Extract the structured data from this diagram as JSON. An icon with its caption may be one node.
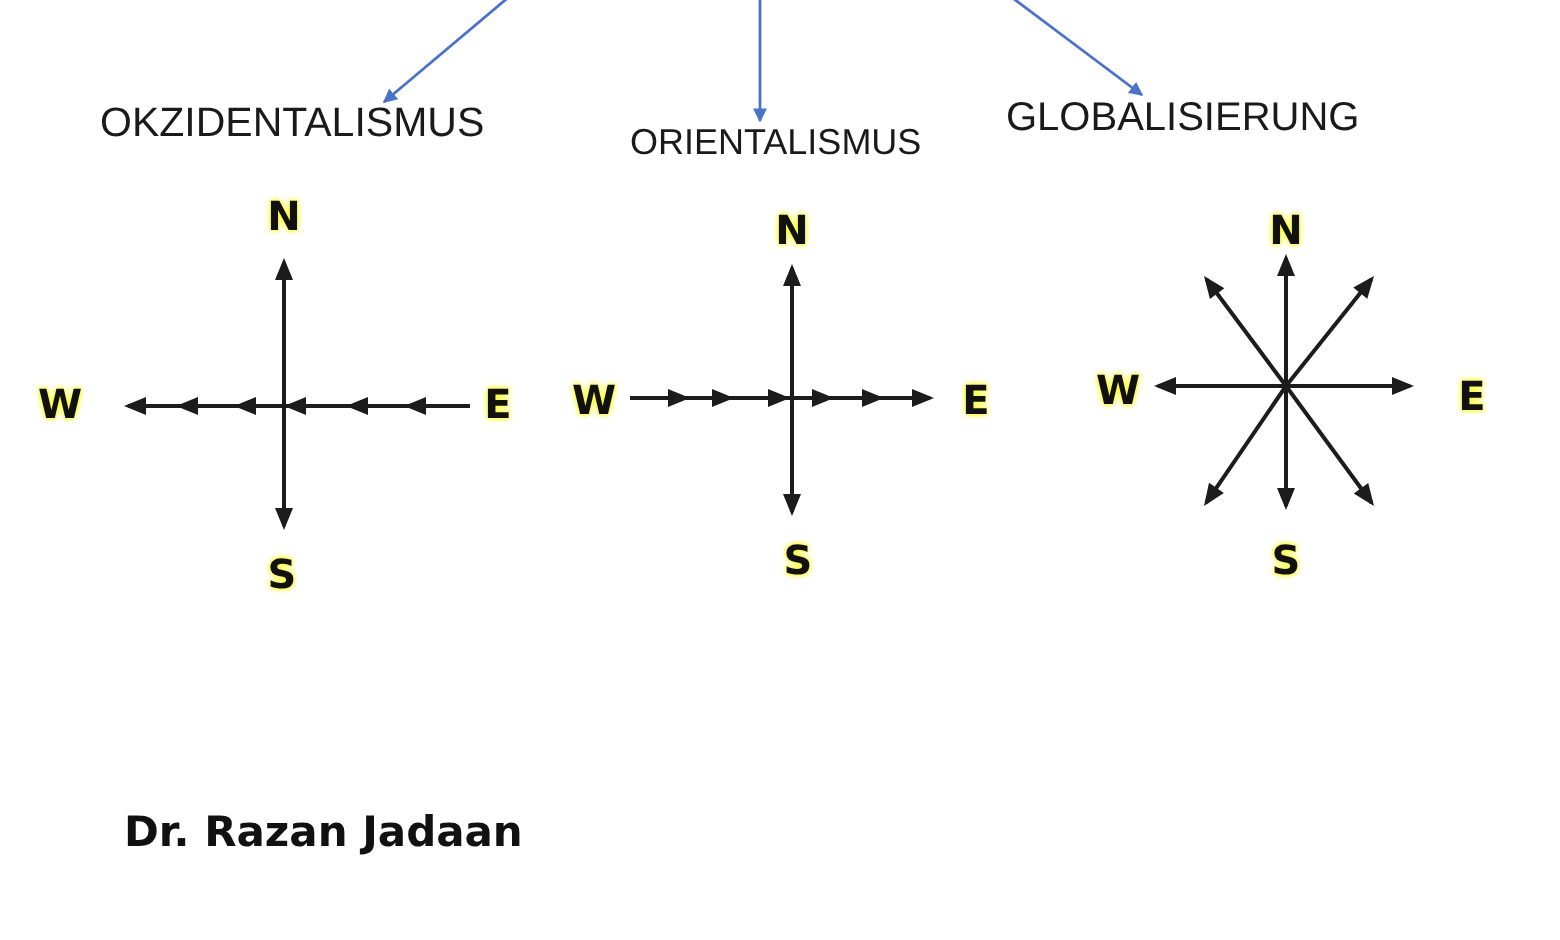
{
  "diagram": {
    "nodes": [
      {
        "text": [
          "OKZIDENTALISMUS"
        ]
      },
      {
        "text": [
          "ORIENTALISMUS"
        ]
      },
      {
        "text": [
          "GLOBALISIERUNG"
        ]
      }
    ],
    "edges": [
      {
        "from": null,
        "to": 0,
        "arrow": "to"
      },
      {
        "from": null,
        "to": 1,
        "arrow": "to"
      },
      {
        "from": null,
        "to": 2,
        "arrow": "to"
      }
    ],
    "labels": [
      "N",
      "W",
      "E",
      "S",
      "N",
      "W",
      "E",
      "S",
      "N",
      "W",
      "E",
      "S",
      "Dr. Razan Jadaan"
    ]
  }
}
